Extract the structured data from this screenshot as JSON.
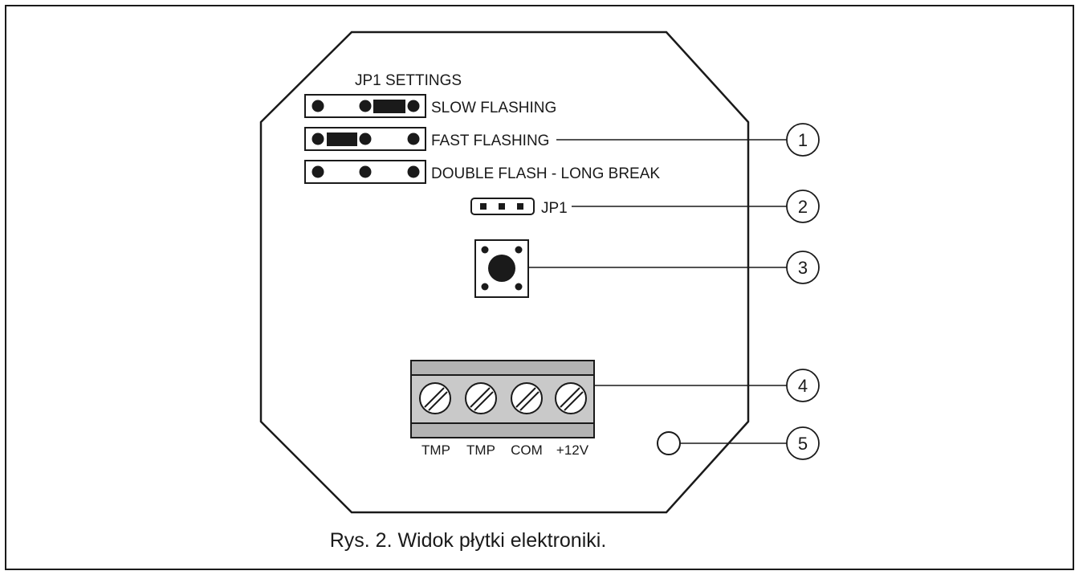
{
  "diagram": {
    "jp1_settings": {
      "title": "JP1 SETTINGS",
      "modes": [
        {
          "label": "SLOW FLASHING"
        },
        {
          "label": "FAST FLASHING"
        },
        {
          "label": "DOUBLE FLASH - LONG BREAK"
        }
      ]
    },
    "jumper_label": "JP1",
    "terminals": [
      "TMP",
      "TMP",
      "COM",
      "+12V"
    ],
    "callouts": [
      "1",
      "2",
      "3",
      "4",
      "5"
    ],
    "caption": "Rys. 2. Widok płytki elektroniki."
  }
}
